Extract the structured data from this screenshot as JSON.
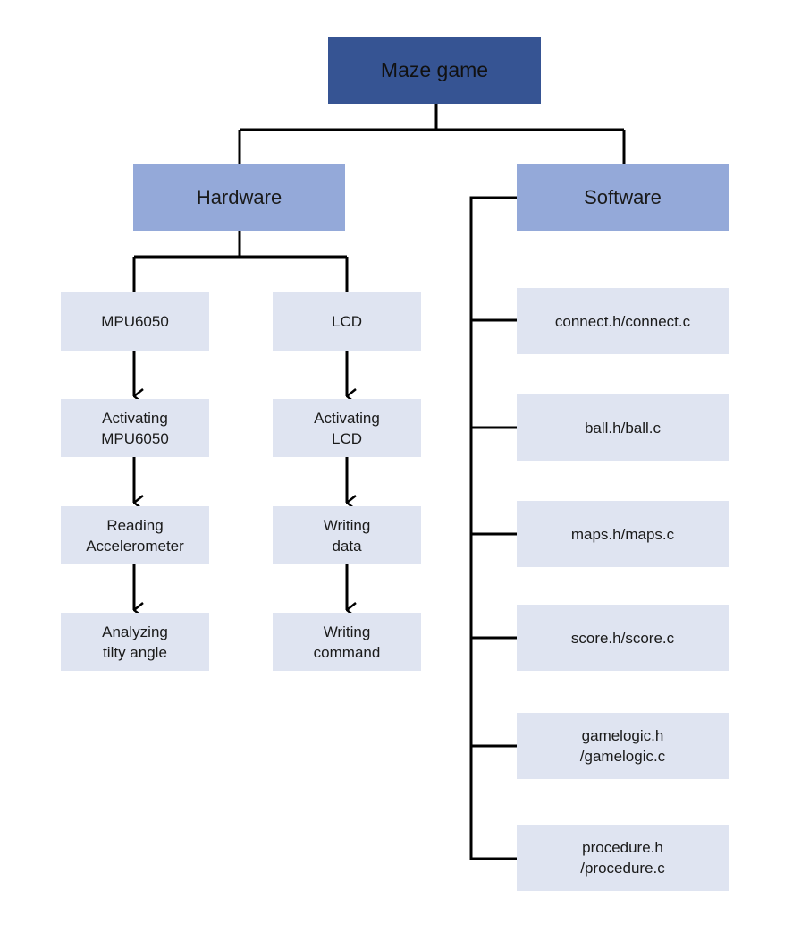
{
  "diagram": {
    "root": {
      "label": "Maze game"
    },
    "hardware": {
      "label": "Hardware",
      "mpu_chain": [
        "MPU6050",
        "Activating\nMPU6050",
        "Reading\nAccelerometer",
        "Analyzing\ntilty angle"
      ],
      "lcd_chain": [
        "LCD",
        "Activating\nLCD",
        "Writing\ndata",
        "Writing\ncommand"
      ]
    },
    "software": {
      "label": "Software",
      "modules": [
        "connect.h/connect.c",
        "ball.h/ball.c",
        "maps.h/maps.c",
        "score.h/score.c",
        "gamelogic.h\n/gamelogic.c",
        "procedure.h\n/procedure.c"
      ]
    },
    "colors": {
      "root_fill": "#365493",
      "category_fill": "#94a9d9",
      "leaf_fill": "#dfe4f1",
      "connector": "#000000"
    }
  }
}
